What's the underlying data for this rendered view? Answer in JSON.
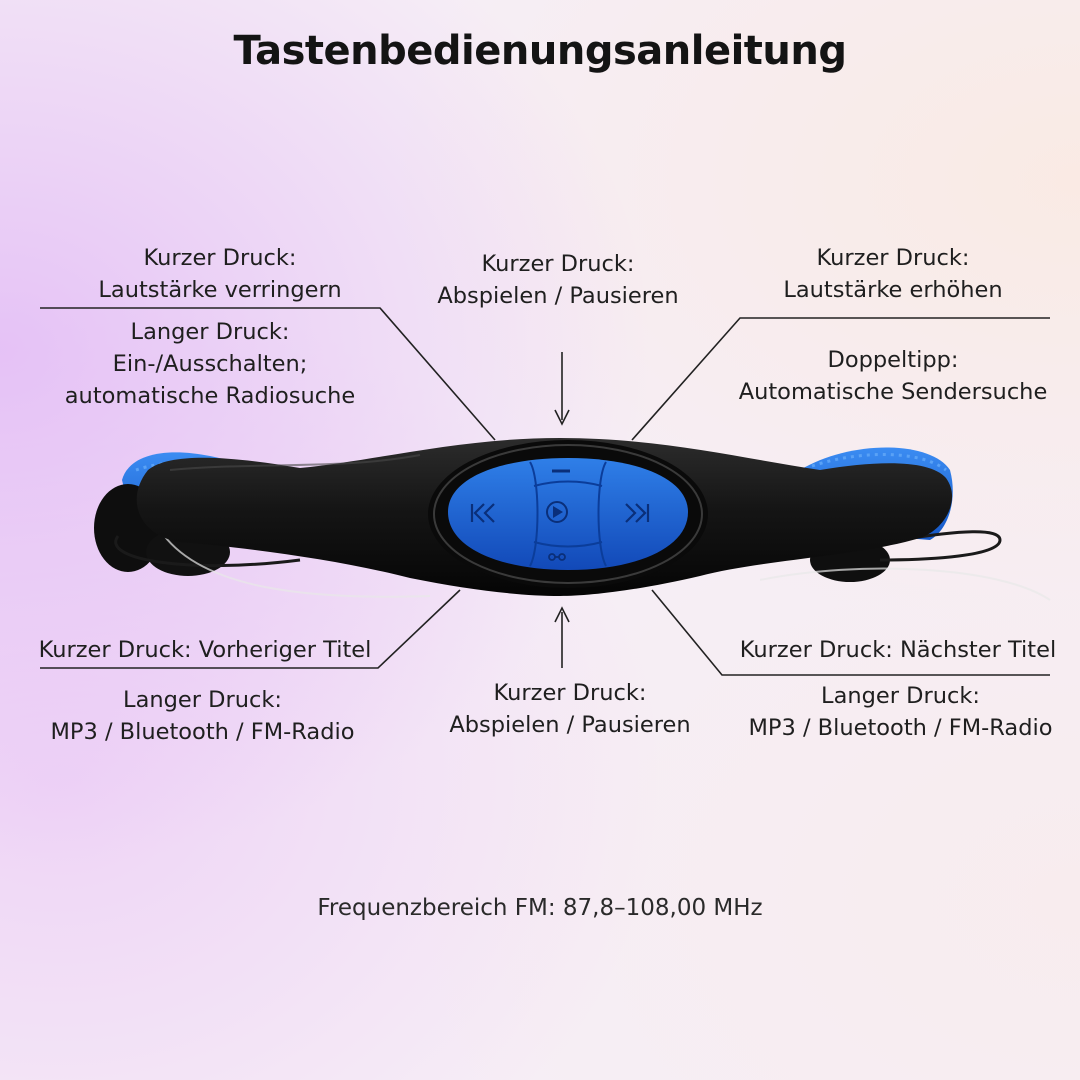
{
  "title": "Tastenbedienungsanleitung",
  "annotations": {
    "top_left_short": {
      "line1": "Kurzer Druck:",
      "line2": "Lautstärke verringern"
    },
    "top_left_long": {
      "line1": "Langer Druck:",
      "line2": "Ein-/Ausschalten;",
      "line3": "automatische Radiosuche"
    },
    "top_center": {
      "line1": "Kurzer Druck:",
      "line2": "Abspielen / Pausieren"
    },
    "top_right_short": {
      "line1": "Kurzer Druck:",
      "line2": "Lautstärke erhöhen"
    },
    "top_right_double": {
      "line1": "Doppeltipp:",
      "line2": "Automatische Sendersuche"
    },
    "bottom_left_short": {
      "line1": "Kurzer Druck: Vorheriger Titel"
    },
    "bottom_left_long": {
      "line1": "Langer Druck:",
      "line2": "MP3 / Bluetooth / FM-Radio"
    },
    "bottom_center": {
      "line1": "Kurzer Druck:",
      "line2": "Abspielen / Pausieren"
    },
    "bottom_right_short": {
      "line1": "Kurzer Druck: Nächster Titel"
    },
    "bottom_right_long": {
      "line1": "Langer Druck:",
      "line2": "MP3 / Bluetooth / FM-Radio"
    }
  },
  "footer": "Frequenzbereich FM: 87,8–108,00 MHz",
  "colors": {
    "button_blue": "#1e6fe0",
    "body_black": "#141414",
    "pad_blue": "#1a62d8"
  },
  "icons": [
    "previous-track-icon",
    "play-pause-icon",
    "next-track-icon",
    "volume-down-icon",
    "mode-icon"
  ]
}
